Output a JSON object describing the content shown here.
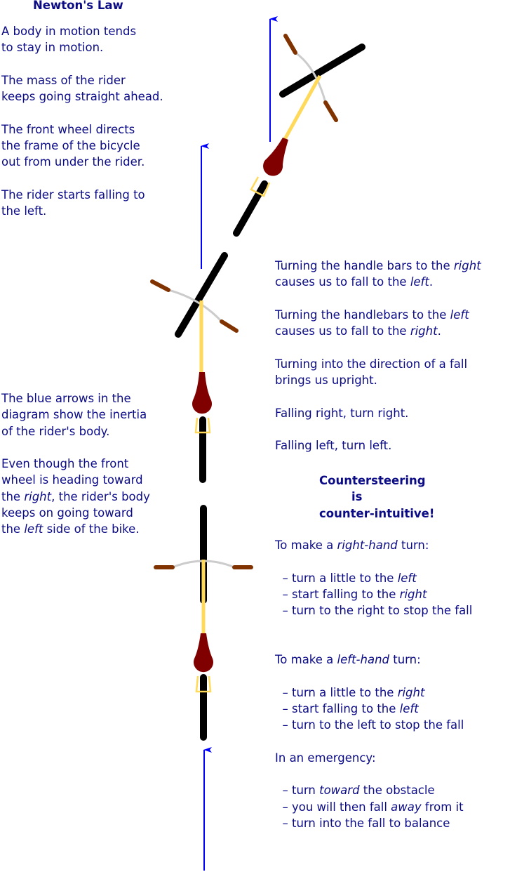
{
  "title": "Newton's Law",
  "colors": {
    "text": "#0b0b86",
    "arrow": "#0000ff",
    "wheel": "#000000",
    "frame": "#ffd95a",
    "rider": "#800000",
    "grip": "#803300",
    "bar": "#cccccc"
  },
  "blocks": {
    "newton": [
      [
        {
          "t": "A body in motion tends"
        }
      ],
      [
        {
          "t": "to stay in motion."
        }
      ],
      [],
      [
        {
          "t": "The mass of the rider"
        }
      ],
      [
        {
          "t": "keeps going straight ahead."
        }
      ],
      [],
      [
        {
          "t": "The front wheel directs"
        }
      ],
      [
        {
          "t": "the frame of the bicycle"
        }
      ],
      [
        {
          "t": "out from under the rider."
        }
      ],
      [],
      [
        {
          "t": "The rider starts falling to"
        }
      ],
      [
        {
          "t": "the left."
        }
      ]
    ],
    "arrows": [
      [
        {
          "t": "The blue arrows in the"
        }
      ],
      [
        {
          "t": "diagram show the inertia"
        }
      ],
      [
        {
          "t": "of the rider's body."
        }
      ],
      [],
      [
        {
          "t": "Even though the front"
        }
      ],
      [
        {
          "t": "wheel is heading toward"
        }
      ],
      [
        {
          "t": "the "
        },
        {
          "t": "right",
          "i": true
        },
        {
          "t": ", the rider's body"
        }
      ],
      [
        {
          "t": "keeps on going toward"
        }
      ],
      [
        {
          "t": "the "
        },
        {
          "t": "left",
          "i": true
        },
        {
          "t": " side of the bike."
        }
      ]
    ],
    "handlebars": [
      [
        {
          "t": "Turning the handle bars to the "
        },
        {
          "t": "right",
          "i": true
        }
      ],
      [
        {
          "t": "causes us to fall to the "
        },
        {
          "t": "left",
          "i": true
        },
        {
          "t": "."
        }
      ],
      [],
      [
        {
          "t": "Turning the handlebars to the "
        },
        {
          "t": "left",
          "i": true
        }
      ],
      [
        {
          "t": "causes us to fall to the "
        },
        {
          "t": "right",
          "i": true
        },
        {
          "t": "."
        }
      ],
      [],
      [
        {
          "t": "Turning into the direction of a fall"
        }
      ],
      [
        {
          "t": "brings us upright."
        }
      ],
      [],
      [
        {
          "t": "Falling right, turn right."
        }
      ],
      [],
      [
        {
          "t": "Falling left, turn left."
        }
      ]
    ],
    "counter": [
      [
        {
          "t": "Countersteering"
        }
      ],
      [
        {
          "t": "        is"
        }
      ],
      [
        {
          "t": "counter-intuitive!"
        }
      ]
    ],
    "turns": [
      [
        {
          "t": "To make a "
        },
        {
          "t": "right-hand",
          "i": true
        },
        {
          "t": " turn:"
        }
      ],
      [],
      [
        {
          "t": "  – turn a little to the "
        },
        {
          "t": "left",
          "i": true
        }
      ],
      [
        {
          "t": "  – start falling to the "
        },
        {
          "t": "right",
          "i": true
        }
      ],
      [
        {
          "t": "  – turn to the right to stop the fall"
        }
      ],
      [],
      [],
      [
        {
          "t": "To make a "
        },
        {
          "t": "left-hand",
          "i": true
        },
        {
          "t": " turn:"
        }
      ],
      [],
      [
        {
          "t": "  – turn a little to the "
        },
        {
          "t": "right",
          "i": true
        }
      ],
      [
        {
          "t": "  – start falling to the "
        },
        {
          "t": "left",
          "i": true
        }
      ],
      [
        {
          "t": "  – turn to the left to stop the fall"
        }
      ],
      [],
      [
        {
          "t": "In an emergency:"
        }
      ],
      [],
      [
        {
          "t": "  – turn "
        },
        {
          "t": "toward",
          "i": true
        },
        {
          "t": " the obstacle"
        }
      ],
      [
        {
          "t": "  – you will then fall "
        },
        {
          "t": "away",
          "i": true
        },
        {
          "t": " from it"
        }
      ],
      [
        {
          "t": "  – turn into the fall to balance"
        }
      ]
    ]
  }
}
